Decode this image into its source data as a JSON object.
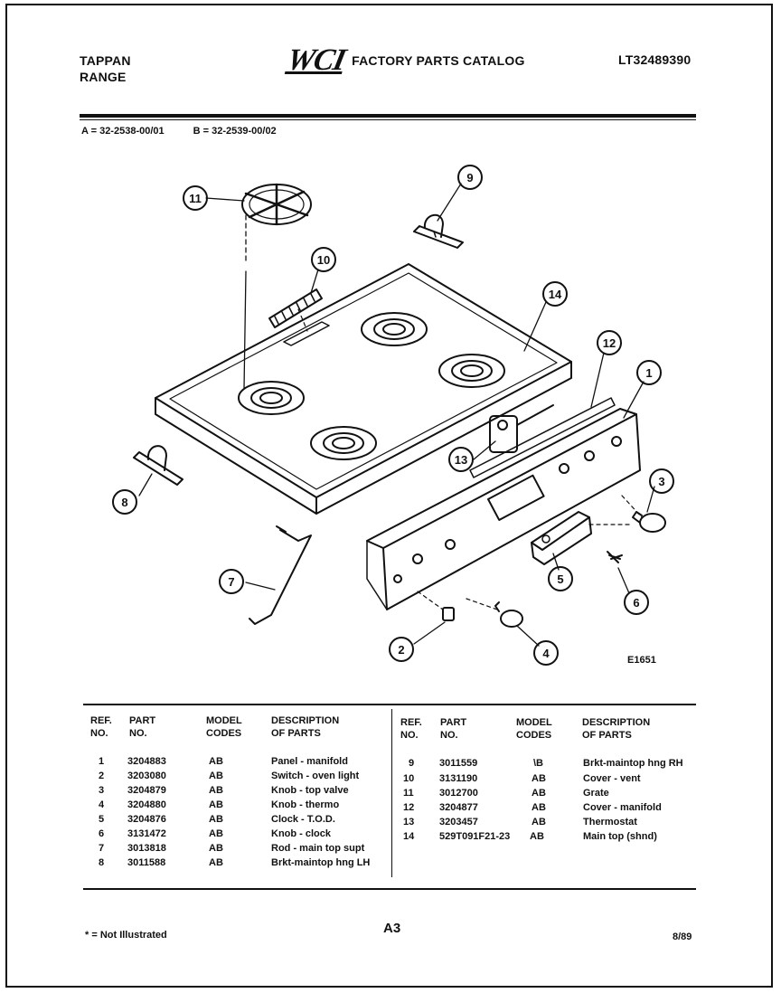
{
  "header": {
    "brand_line1": "TAPPAN",
    "brand_line2": "RANGE",
    "logo_text": "WCI",
    "catalog_title": "FACTORY PARTS CATALOG",
    "catalog_number": "LT32489390"
  },
  "models": {
    "model_a": "A = 32-2538-00/01",
    "model_b": "B = 32-2539-00/02"
  },
  "diagram": {
    "id": "E1651",
    "callouts": [
      "1",
      "2",
      "3",
      "4",
      "5",
      "6",
      "7",
      "8",
      "9",
      "10",
      "11",
      "12",
      "13",
      "14"
    ]
  },
  "table": {
    "headers": {
      "ref_line1": "REF.",
      "ref_line2": "NO.",
      "part_line1": "PART",
      "part_line2": "NO.",
      "model_line1": "MODEL",
      "model_line2": "CODES",
      "desc_line1": "DESCRIPTION",
      "desc_line2": "OF PARTS"
    },
    "left_rows": [
      {
        "ref": "1",
        "part": "3204883",
        "codes": "AB",
        "desc": "Panel - manifold"
      },
      {
        "ref": "2",
        "part": "3203080",
        "codes": "AB",
        "desc": "Switch - oven light"
      },
      {
        "ref": "3",
        "part": "3204879",
        "codes": "AB",
        "desc": "Knob - top valve"
      },
      {
        "ref": "4",
        "part": "3204880",
        "codes": "AB",
        "desc": "Knob - thermo"
      },
      {
        "ref": "5",
        "part": "3204876",
        "codes": "AB",
        "desc": "Clock - T.O.D."
      },
      {
        "ref": "6",
        "part": "3131472",
        "codes": "AB",
        "desc": "Knob - clock"
      },
      {
        "ref": "7",
        "part": "3013818",
        "codes": "AB",
        "desc": "Rod - main top supt"
      },
      {
        "ref": "8",
        "part": "3011588",
        "codes": "AB",
        "desc": "Brkt-maintop hng LH"
      }
    ],
    "right_rows": [
      {
        "ref": "9",
        "part": "3011559",
        "codes": "\\B",
        "desc": "Brkt-maintop hng RH"
      },
      {
        "ref": "10",
        "part": "3131190",
        "codes": "AB",
        "desc": "Cover - vent"
      },
      {
        "ref": "11",
        "part": "3012700",
        "codes": "AB",
        "desc": "Grate"
      },
      {
        "ref": "12",
        "part": "3204877",
        "codes": "AB",
        "desc": "Cover - manifold"
      },
      {
        "ref": "13",
        "part": "3203457",
        "codes": "AB",
        "desc": "Thermostat"
      },
      {
        "ref": "14",
        "part": "529T091F21-23",
        "codes": "AB",
        "desc": "Main top (shnd)"
      }
    ]
  },
  "footer": {
    "note": "* = Not Illustrated",
    "page": "A3",
    "date": "8/89"
  }
}
